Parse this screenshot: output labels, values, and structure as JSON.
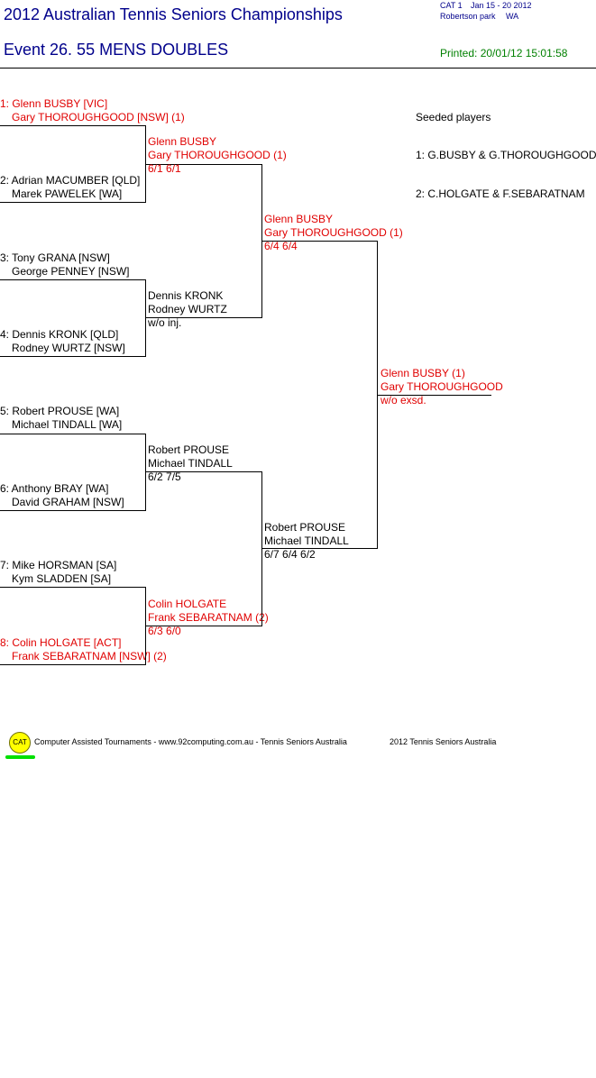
{
  "header": {
    "title": "2012 Australian Tennis Seniors Championships",
    "event": "Event 26. 55 MENS DOUBLES",
    "cat": "CAT 1",
    "dates": "Jan 15 - 20 2012",
    "venue": "Robertson park",
    "state": "WA",
    "printed": "Printed: 20/01/12 15:01:58"
  },
  "round1": [
    {
      "p1": "1: Glenn BUSBY [VIC]",
      "p2": "Gary THOROUGHGOOD [NSW] (1)",
      "seeded": true
    },
    {
      "p1": "2: Adrian MACUMBER [QLD]",
      "p2": "Marek PAWELEK [WA]",
      "seeded": false
    },
    {
      "p1": "3: Tony GRANA [NSW]",
      "p2": "George PENNEY [NSW]",
      "seeded": false
    },
    {
      "p1": "4: Dennis KRONK [QLD]",
      "p2": "Rodney WURTZ [NSW]",
      "seeded": false
    },
    {
      "p1": "5: Robert PROUSE [WA]",
      "p2": "Michael TINDALL [WA]",
      "seeded": false
    },
    {
      "p1": "6: Anthony BRAY [WA]",
      "p2": "David GRAHAM [NSW]",
      "seeded": false
    },
    {
      "p1": "7: Mike HORSMAN [SA]",
      "p2": "Kym SLADDEN [SA]",
      "seeded": false
    },
    {
      "p1": "8: Colin HOLGATE [ACT]",
      "p2": "Frank SEBARATNAM [NSW] (2)",
      "seeded": true
    }
  ],
  "round2": [
    {
      "p1": "Glenn BUSBY",
      "p2": "Gary THOROUGHGOOD (1)",
      "score": "6/1 6/1",
      "seeded": true
    },
    {
      "p1": "Dennis KRONK",
      "p2": "Rodney WURTZ",
      "score": "w/o inj.",
      "seeded": false
    },
    {
      "p1": "Robert PROUSE",
      "p2": "Michael TINDALL",
      "score": "6/2 7/5",
      "seeded": false
    },
    {
      "p1": "Colin HOLGATE",
      "p2": "Frank SEBARATNAM (2)",
      "score": "6/3 6/0",
      "seeded": true
    }
  ],
  "semifinals": [
    {
      "p1": "Glenn BUSBY",
      "p2": "Gary THOROUGHGOOD (1)",
      "score": "6/4 6/4",
      "seeded": true
    },
    {
      "p1": "Robert PROUSE",
      "p2": "Michael TINDALL",
      "score": "6/7 6/4 6/2",
      "seeded": false
    }
  ],
  "final": {
    "p1": "Glenn BUSBY (1)",
    "p2": "Gary THOROUGHGOOD",
    "score": "w/o exsd.",
    "seeded": true
  },
  "seeds": {
    "title": "Seeded players",
    "items": [
      "1: G.BUSBY & G.THOROUGHGOOD",
      "2: C.HOLGATE & F.SEBARATNAM"
    ]
  },
  "footer": {
    "logo": "CAT",
    "credit": "Computer Assisted Tournaments - www.92computing.com.au -  Tennis Seniors Australia",
    "copyright": "2012 Tennis Seniors Australia"
  },
  "colors": {
    "title": "#00008b",
    "seeded": "#e00000",
    "printed": "#008000",
    "logo": "#ffff00",
    "logo_underline": "#00e000"
  }
}
